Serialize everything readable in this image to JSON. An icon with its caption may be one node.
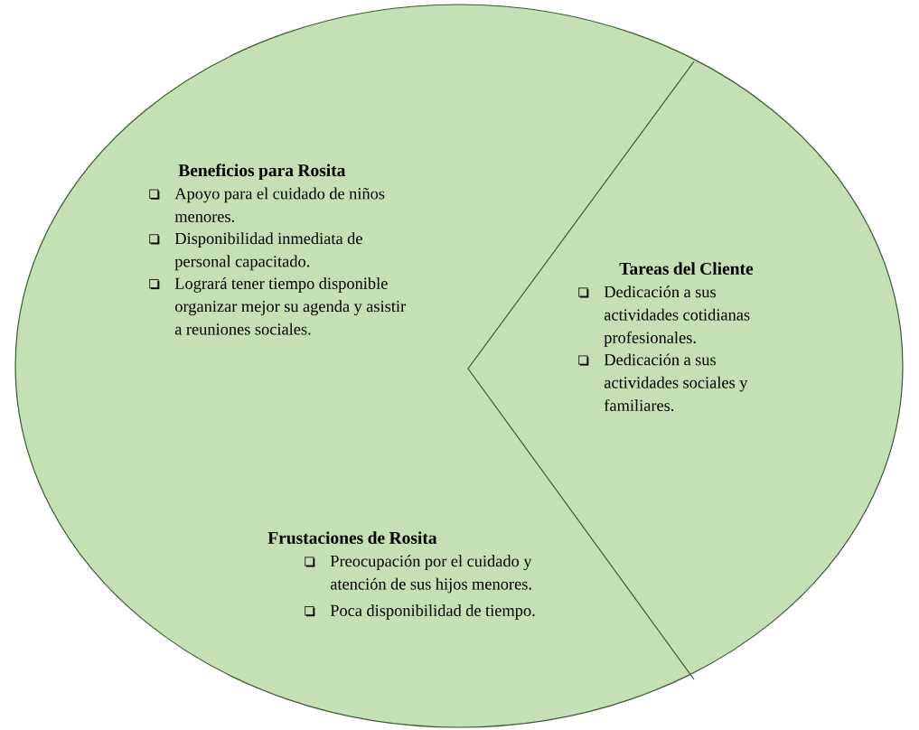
{
  "diagram": {
    "nodes": [
      {
        "text": [],
        "shape": "circle"
      },
      {
        "text": [
          "Beneficios para Rosita",
          "Apoyo para el cuidado de niños menores.",
          "Disponibilidad inmediata de personal capacitado.",
          "Logrará tener tiempo disponible organizar mejor su agenda y asistir a reuniones sociales."
        ],
        "in": 0
      },
      {
        "text": [
          "Tareas del Cliente",
          "Dedicación a sus actividades cotidianas profesionales.",
          "Dedicación a sus actividades sociales y familiares."
        ],
        "in": 0
      },
      {
        "text": [
          "Frustaciones de Rosita",
          "Preocupación por el cuidado y atención de sus hijos menores.",
          "Poca disponibilidad de tiempo."
        ],
        "in": 0
      }
    ]
  }
}
